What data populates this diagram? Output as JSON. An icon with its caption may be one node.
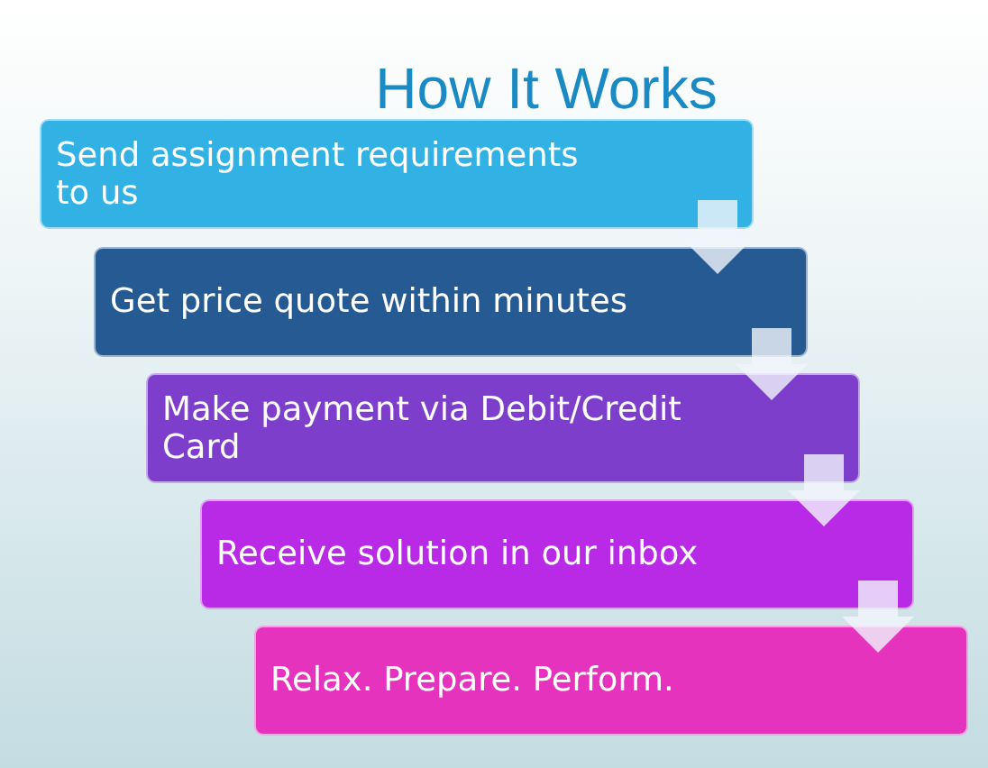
{
  "diagram": {
    "title": "How It Works",
    "nodes": [
      {
        "text": [
          "Send assignment requirements to us"
        ]
      },
      {
        "text": [
          "Get price quote within minutes"
        ]
      },
      {
        "text": [
          "Make payment via Debit/Credit Card"
        ]
      },
      {
        "text": [
          "Receive solution in our inbox"
        ]
      },
      {
        "text": [
          "Relax. Prepare. Perform."
        ]
      }
    ],
    "edges": [
      {
        "from": 0,
        "to": 1,
        "arrow": "to"
      },
      {
        "from": 1,
        "to": 2,
        "arrow": "to"
      },
      {
        "from": 2,
        "to": 3,
        "arrow": "to"
      },
      {
        "from": 3,
        "to": 4,
        "arrow": "to"
      }
    ]
  }
}
